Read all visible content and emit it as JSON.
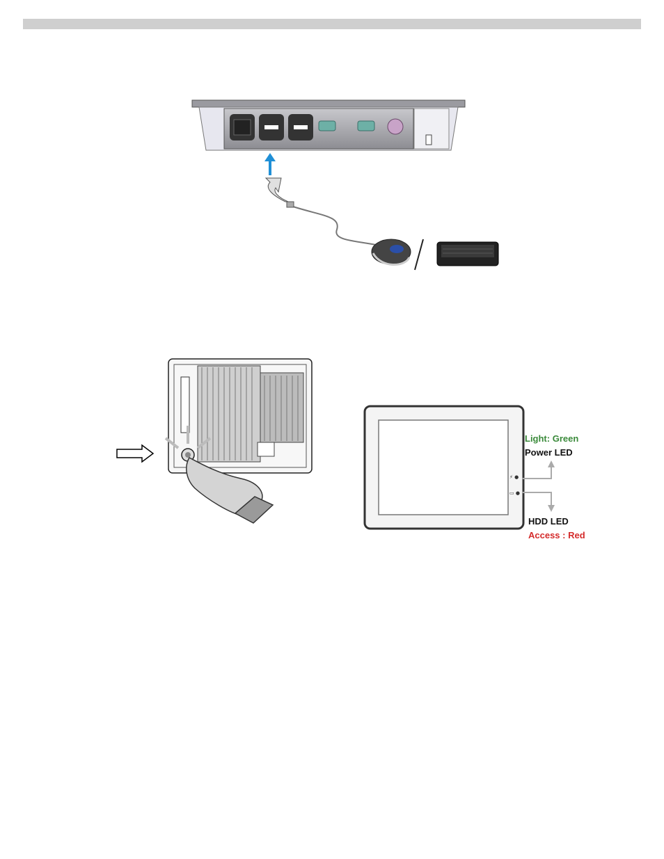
{
  "led": {
    "light_label": "Light: Green",
    "power_label": "Power LED",
    "hdd_label": "HDD LED",
    "access_label": "Access : Red",
    "colors": {
      "green": "#3a8a3a",
      "red": "#d42b2b",
      "black": "#111111"
    }
  },
  "figures": [
    {
      "name": "io-panel-connection",
      "icons": [
        "usb-port-icon",
        "mouse-icon",
        "keyboard-icon",
        "arrow-up-icon"
      ]
    },
    {
      "name": "rear-view-power-button",
      "icons": [
        "hand-icon",
        "arrow-right-icon"
      ]
    },
    {
      "name": "front-view-led-indicators",
      "icons": [
        "power-led-icon",
        "hdd-led-icon"
      ]
    }
  ]
}
